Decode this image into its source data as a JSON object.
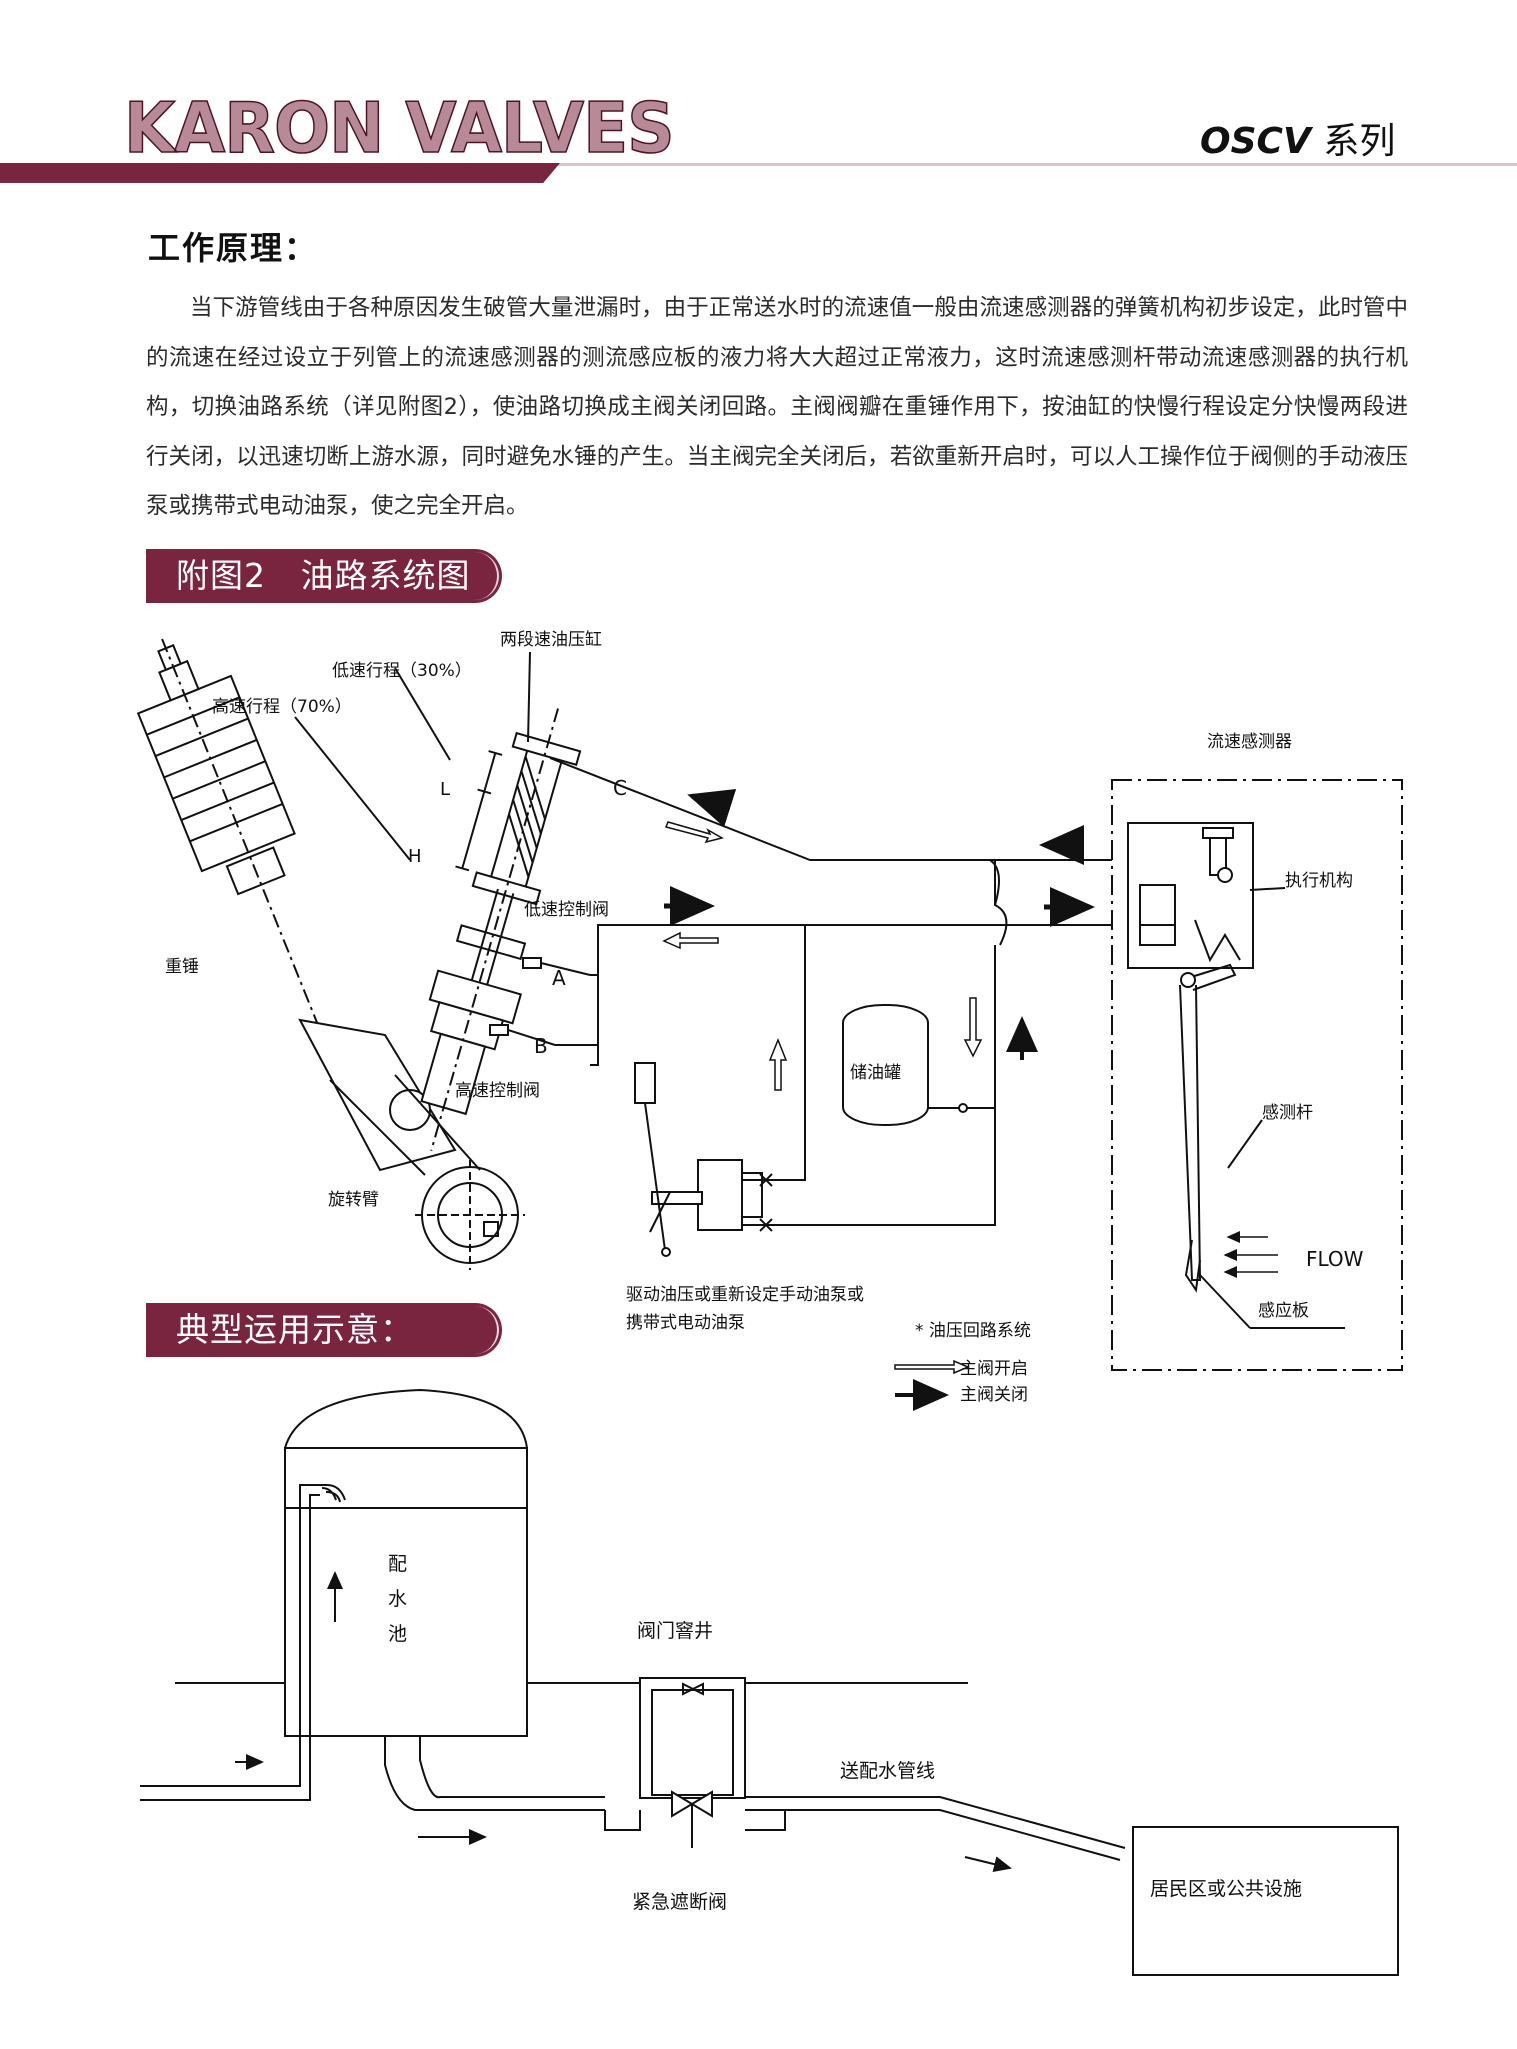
{
  "header": {
    "brand": "KARON VALVES",
    "series_code": "OSCV",
    "series_suffix": "系列",
    "brand_color": "#7a2540"
  },
  "principle": {
    "heading": "工作原理：",
    "paragraph": "当下游管线由于各种原因发生破管大量泄漏时，由于正常送水时的流速值一般由流速感测器的弹簧机构初步设定，此时管中的流速在经过设立于列管上的流速感测器的测流感应板的液力将大大超过正常液力，这时流速感测杆带动流速感测器的执行机构，切换油路系统（详见附图2），使油路切换成主阀关闭回路。主阀阀瓣在重锤作用下，按油缸的快慢行程设定分快慢两段进行关闭，以迅速切断上游水源，同时避免水锤的产生。当主阀完全关闭后，若欲重新开启时，可以人工操作位于阀侧的手动液压泵或携带式电动油泵，使之完全开启。"
  },
  "figure2": {
    "title": "附图2   油路系统图",
    "labels": {
      "two_speed_cylinder": "两段速油压缸",
      "low_speed_stroke": "低速行程（30%）",
      "high_speed_stroke": "高速行程（70%）",
      "weight": "重锤",
      "low_speed_valve": "低速控制阀",
      "high_speed_valve": "高速控制阀",
      "rotating_arm": "旋转臂",
      "oil_tank": "储油罐",
      "pump_line1": "驱动油压或重新设定手动油泵或",
      "pump_line2": "携带式电动油泵",
      "flow_sensor": "流速感测器",
      "actuator": "执行机构",
      "sensing_rod": "感测杆",
      "sensing_plate": "感应板",
      "flow": "FLOW",
      "letter_c": "C",
      "letter_a": "A",
      "letter_b": "B",
      "letter_l": "L",
      "letter_h": "H"
    },
    "legend": {
      "title": "* 油压回路系统",
      "open": "主阀开启",
      "close": "主阀关闭"
    }
  },
  "application": {
    "title": "典型运用示意：",
    "reservoir_chars": [
      "配",
      "水",
      "池"
    ],
    "valve_chamber": "阀门窨井",
    "supply_line": "送配水管线",
    "emergency_valve": "紧急遮断阀",
    "destination": "居民区或公共设施"
  }
}
